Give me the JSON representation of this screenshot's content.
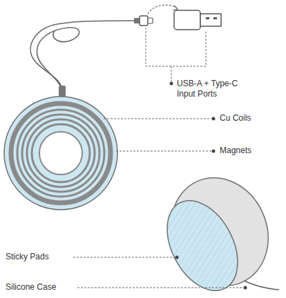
{
  "diagram": {
    "labels": [
      "USB-A + Type-C Input Ports",
      "Cu Coils",
      "Magnets",
      "Sticky Pads",
      "Silicone Case"
    ]
  }
}
